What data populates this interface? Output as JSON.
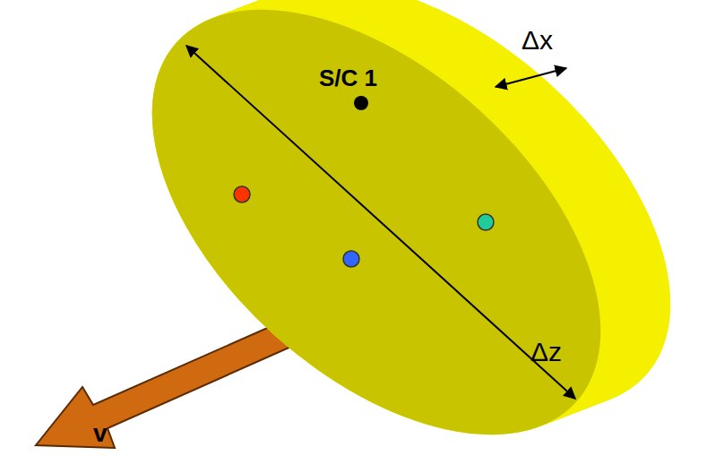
{
  "diagram": {
    "labels": [
      "S/C 1",
      "Δx",
      "Δz",
      "v"
    ]
  }
}
